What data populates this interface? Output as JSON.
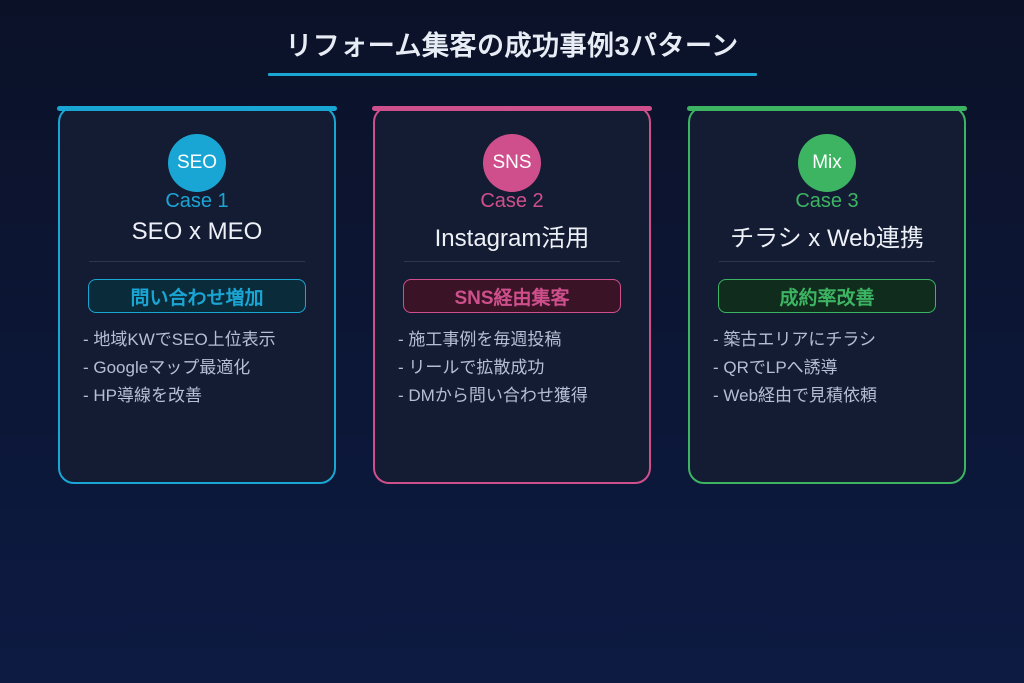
{
  "header": {
    "title": "リフォーム集客の成功事例3パターン"
  },
  "cards": [
    {
      "badge": "SEO",
      "case_label": "Case 1",
      "name": "SEO x MEO",
      "result_tag": "問い合わせ増加",
      "points": [
        "- 地域KWでSEO上位表示",
        "- Googleマップ最適化",
        "- HP導線を改善"
      ],
      "color": "#1aa6d4",
      "tag_bg": "#0a2c3a"
    },
    {
      "badge": "SNS",
      "case_label": "Case 2",
      "name": "Instagram活用",
      "result_tag": "SNS経由集客",
      "points": [
        "- 施工事例を毎週投稿",
        "- リールで拡散成功",
        "- DMから問い合わせ獲得"
      ],
      "color": "#cf4f8c",
      "tag_bg": "#3a1426"
    },
    {
      "badge": "Mix",
      "case_label": "Case 3",
      "name": "チラシ x Web連携",
      "result_tag": "成約率改善",
      "points": [
        "- 築古エリアにチラシ",
        "- QRでLPへ誘導",
        "- Web経由で見積依頼"
      ],
      "color": "#3cb462",
      "tag_bg": "#102c1c"
    }
  ]
}
